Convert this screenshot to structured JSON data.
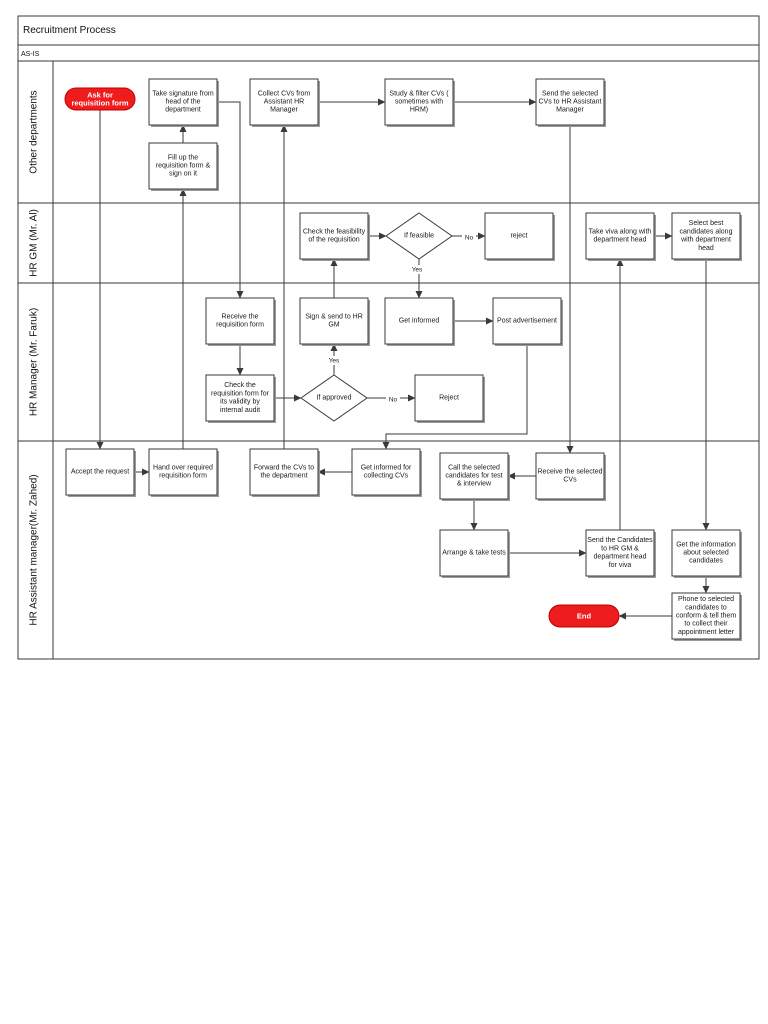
{
  "title": "Recruitment Process",
  "subtitle": "AS-IS",
  "lanes": [
    {
      "name": "Other departments"
    },
    {
      "name": "HR GM (Mr. Al)"
    },
    {
      "name": "HR Manager (Mr. Faruk)"
    },
    {
      "name": "HR Assistant manager(Mr. Zahed)"
    }
  ],
  "nodes": {
    "ask": {
      "lines": [
        "Ask for",
        "requisition form"
      ]
    },
    "take_sig": {
      "lines": [
        "Take signature from",
        "head of the",
        "department"
      ]
    },
    "fill_up": {
      "lines": [
        "Fill up the",
        "requisition form &",
        "sign on it"
      ]
    },
    "collect_cvs": {
      "lines": [
        "Collect CVs from",
        "Assistant HR",
        "Manager"
      ]
    },
    "study_filter": {
      "lines": [
        "Study & filter CVs (",
        "sometimes with",
        "HRM)"
      ]
    },
    "send_selected": {
      "lines": [
        "Send the selected",
        "CVs to HR Assistant",
        "Manager"
      ]
    },
    "check_feas": {
      "lines": [
        "Check the feasibility",
        "of the requisition"
      ]
    },
    "if_feasible": {
      "lines": [
        "If feasible"
      ]
    },
    "reject_gm": {
      "lines": [
        "reject"
      ]
    },
    "take_viva": {
      "lines": [
        "Take viva along with",
        "department head"
      ]
    },
    "select_best": {
      "lines": [
        "Select best",
        "candidates along",
        "with department",
        "head"
      ]
    },
    "receive_req": {
      "lines": [
        "Receive the",
        "requisition form"
      ]
    },
    "sign_send": {
      "lines": [
        "Sign & send to HR",
        "GM"
      ]
    },
    "get_informed": {
      "lines": [
        "Get informed"
      ]
    },
    "post_ad": {
      "lines": [
        "Post advertisement"
      ]
    },
    "check_valid": {
      "lines": [
        "Check the",
        "requisition form for",
        "its validity by",
        "internal audit"
      ]
    },
    "if_approved": {
      "lines": [
        "If approved"
      ]
    },
    "reject_mgr": {
      "lines": [
        "Reject"
      ]
    },
    "accept_req": {
      "lines": [
        "Accept the request"
      ]
    },
    "hand_over": {
      "lines": [
        "Hand over required",
        "requisition form"
      ]
    },
    "forward_cvs": {
      "lines": [
        "Forward the CVs to",
        "the department"
      ]
    },
    "informed_cvs": {
      "lines": [
        "Get informed for",
        "collecting CVs"
      ]
    },
    "call_selected": {
      "lines": [
        "Call the selected",
        "candidates for test",
        "& interview"
      ]
    },
    "receive_cvs": {
      "lines": [
        "Receive the selected",
        "CVs"
      ]
    },
    "arrange_tests": {
      "lines": [
        "Arrange & take tests"
      ]
    },
    "send_candidates": {
      "lines": [
        "Send the Candidates",
        "to HR GM &",
        "department head",
        "for viva"
      ]
    },
    "get_info": {
      "lines": [
        "Get the information",
        "about selected",
        "candidates"
      ]
    },
    "phone": {
      "lines": [
        "Phone to selected",
        "candidates to",
        "conform & tell them",
        "to collect their",
        "appointment letter"
      ]
    },
    "end": {
      "lines": [
        "End"
      ]
    }
  },
  "edge_labels": {
    "no_feasible": "No",
    "yes_feasible": "Yes",
    "yes_approved": "Yes",
    "no_approved": "No"
  },
  "colors": {
    "terminal": "#ee1c1c",
    "stroke": "#3a3a3a"
  }
}
